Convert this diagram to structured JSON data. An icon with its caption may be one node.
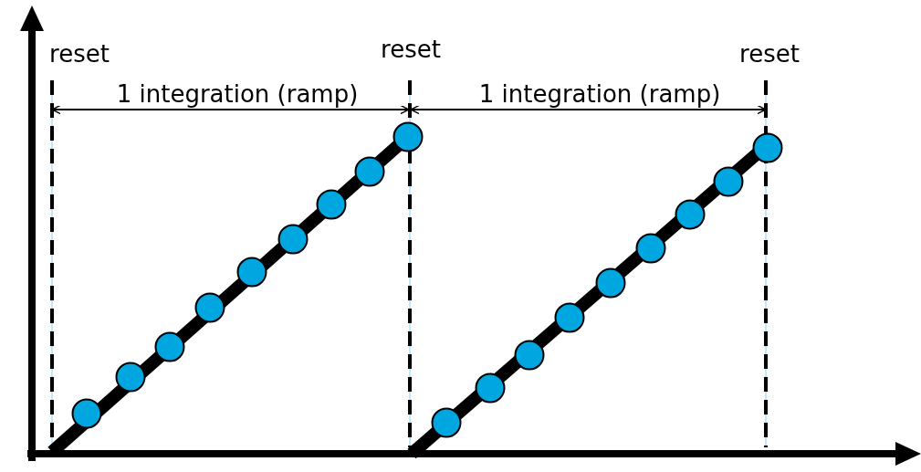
{
  "diagram": {
    "labels": [
      "reset",
      "reset",
      "reset",
      "1 integration (ramp)",
      "1 integration (ramp)"
    ]
  }
}
